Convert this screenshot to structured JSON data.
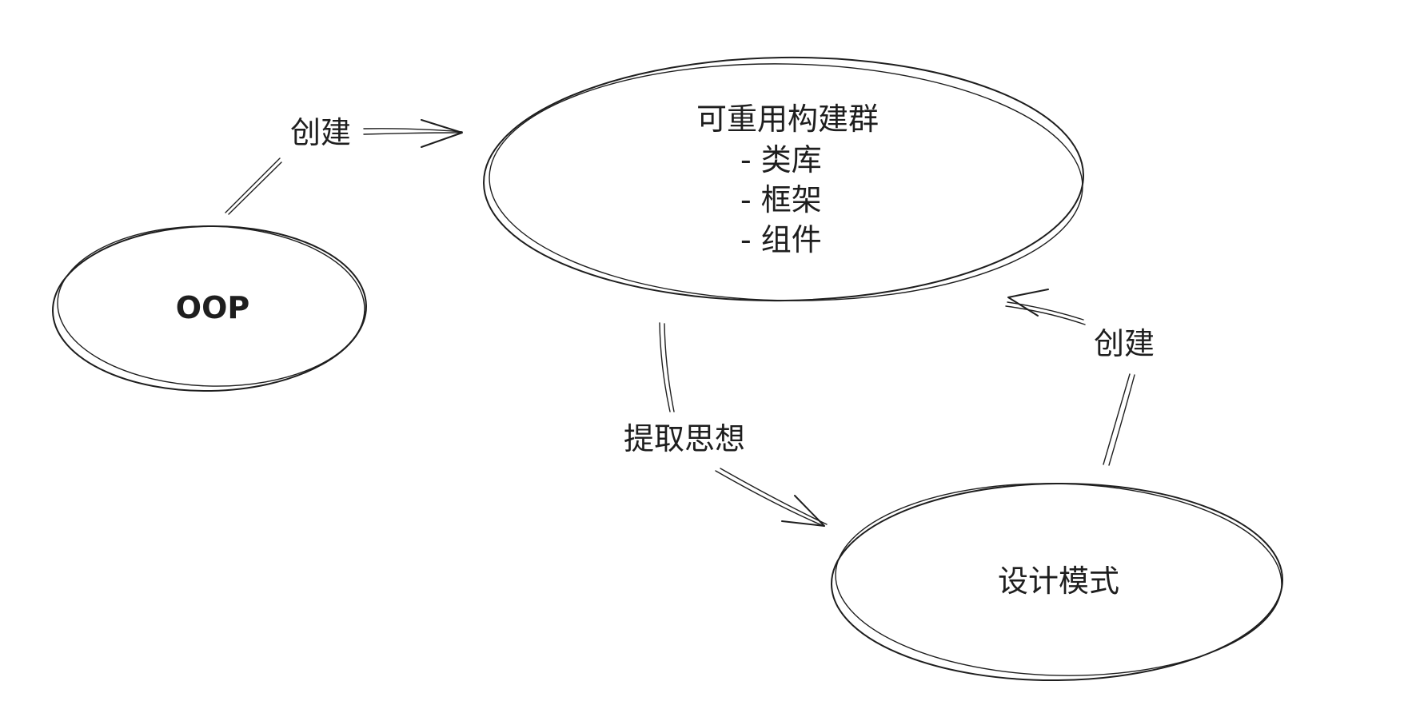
{
  "nodes": {
    "oop": {
      "label": "OOP"
    },
    "reusable": {
      "title": "可重用构建群",
      "items": [
        "- 类库",
        "- 框架",
        "- 组件"
      ]
    },
    "patterns": {
      "label": "设计模式"
    }
  },
  "edges": {
    "oop_to_reusable": {
      "label": "创建"
    },
    "reusable_to_patterns": {
      "label": "提取思想"
    },
    "patterns_to_reusable": {
      "label": "创建"
    }
  },
  "colors": {
    "stroke": "#1e1e1e",
    "background": "#ffffff"
  }
}
